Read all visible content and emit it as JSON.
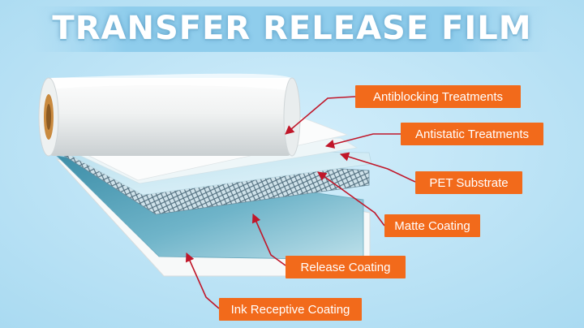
{
  "title": "TRANSFER RELEASE FILM",
  "colors": {
    "background": "#b9e3f6",
    "callout": "#f26a1b",
    "arrow": "#c0172a",
    "film_white": "#f5f7f7",
    "film_light_blue": "#cdeaf6",
    "film_mesh": "#5d7f92",
    "film_teal": "#4f9fb7"
  },
  "layers": [
    {
      "label": "Antiblocking Treatments",
      "icon": "antiblocking-layer"
    },
    {
      "label": "Antistatic Treatments",
      "icon": "antistatic-layer"
    },
    {
      "label": "PET Substrate",
      "icon": "pet-substrate-layer"
    },
    {
      "label": "Matte Coating",
      "icon": "matte-coating-layer"
    },
    {
      "label": "Release Coating",
      "icon": "release-coating-layer"
    },
    {
      "label": "Ink Receptive Coating",
      "icon": "ink-receptive-layer"
    }
  ]
}
